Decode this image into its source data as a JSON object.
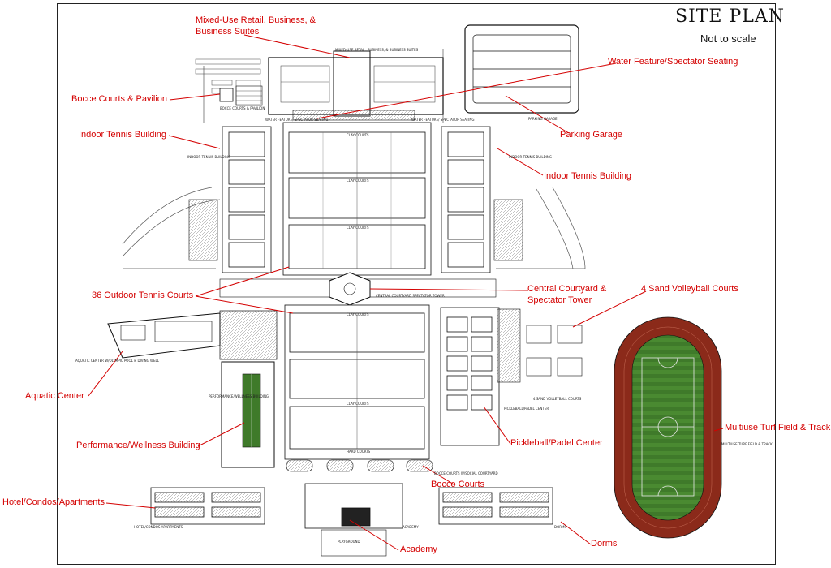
{
  "header": {
    "title": "SITE PLAN",
    "subtitle": "Not to scale"
  },
  "labels": {
    "mixed_use": "Mixed-Use Retail, Business, & Business Suites",
    "water_feature": "Water Feature/Spectator Seating",
    "bocce_pavilion": "Bocce Courts & Pavilion",
    "indoor_tennis_left": "Indoor Tennis Building",
    "parking_garage": "Parking Garage",
    "indoor_tennis_right": "Indoor Tennis Building",
    "outdoor_courts": "36 Outdoor Tennis Courts",
    "central_courtyard": "Central Courtyard & Spectator Tower",
    "sand_volleyball": "4 Sand Volleyball Courts",
    "aquatic_center": "Aquatic Center",
    "multiuse_turf": "Multiuse Turf Field & Track",
    "performance_wellness": "Performance/Wellness Building",
    "pickleball": "Pickleball/Padel Center",
    "bocce_courts": "Bocce Courts",
    "hotel": "Hotel/Condos/Apartments",
    "academy": "Academy",
    "dorms": "Dorms"
  },
  "plan_text": {
    "mixed_use_detail": "Mixed-Use Retail, Business, & Business Suites",
    "bocce_pavilion_small": "Bocce Courts & Pavilion",
    "water_feature_small_left": "Water Feature/ Spectator Seating",
    "water_feature_small_right": "Water Feature/ Spectator Seating",
    "parking_garage_small": "Parking Garage",
    "indoor_tennis_left_small": "Indoor Tennis Building",
    "indoor_tennis_right_small": "Indoor Tennis Building",
    "clay_courts_1": "Clay Courts",
    "clay_courts_2": "Clay Courts",
    "clay_courts_3": "Clay Courts",
    "clay_courts_4": "Clay Courts",
    "clay_courts_5": "Clay Courts",
    "hard_courts": "Hard Courts",
    "central_courtyard_small": "Central Courtyard Spectator Tower",
    "aquatic_small": "Aquatic Center w/Olympic Pool & Diving Well",
    "performance_small": "Performance/Wellness Building",
    "pickleball_small": "Pickleball/Padel Center",
    "sand_vb_small": "4 Sand Volleyball Courts",
    "bocce_small": "Bocce Courts w/Social Courtyard",
    "multiuse_small": "Multiuse Turf Field & Track",
    "hotel_small": "Hotel/Condos Apartments",
    "playground_small": "Playground",
    "academy_small": "Academy",
    "dorms_small": "Dorms"
  },
  "colors": {
    "label": "#d40000",
    "line": "#111111",
    "track": "#8b2a1a",
    "turf": "#3f7a2a",
    "field_lines": "#e8e8e8"
  }
}
